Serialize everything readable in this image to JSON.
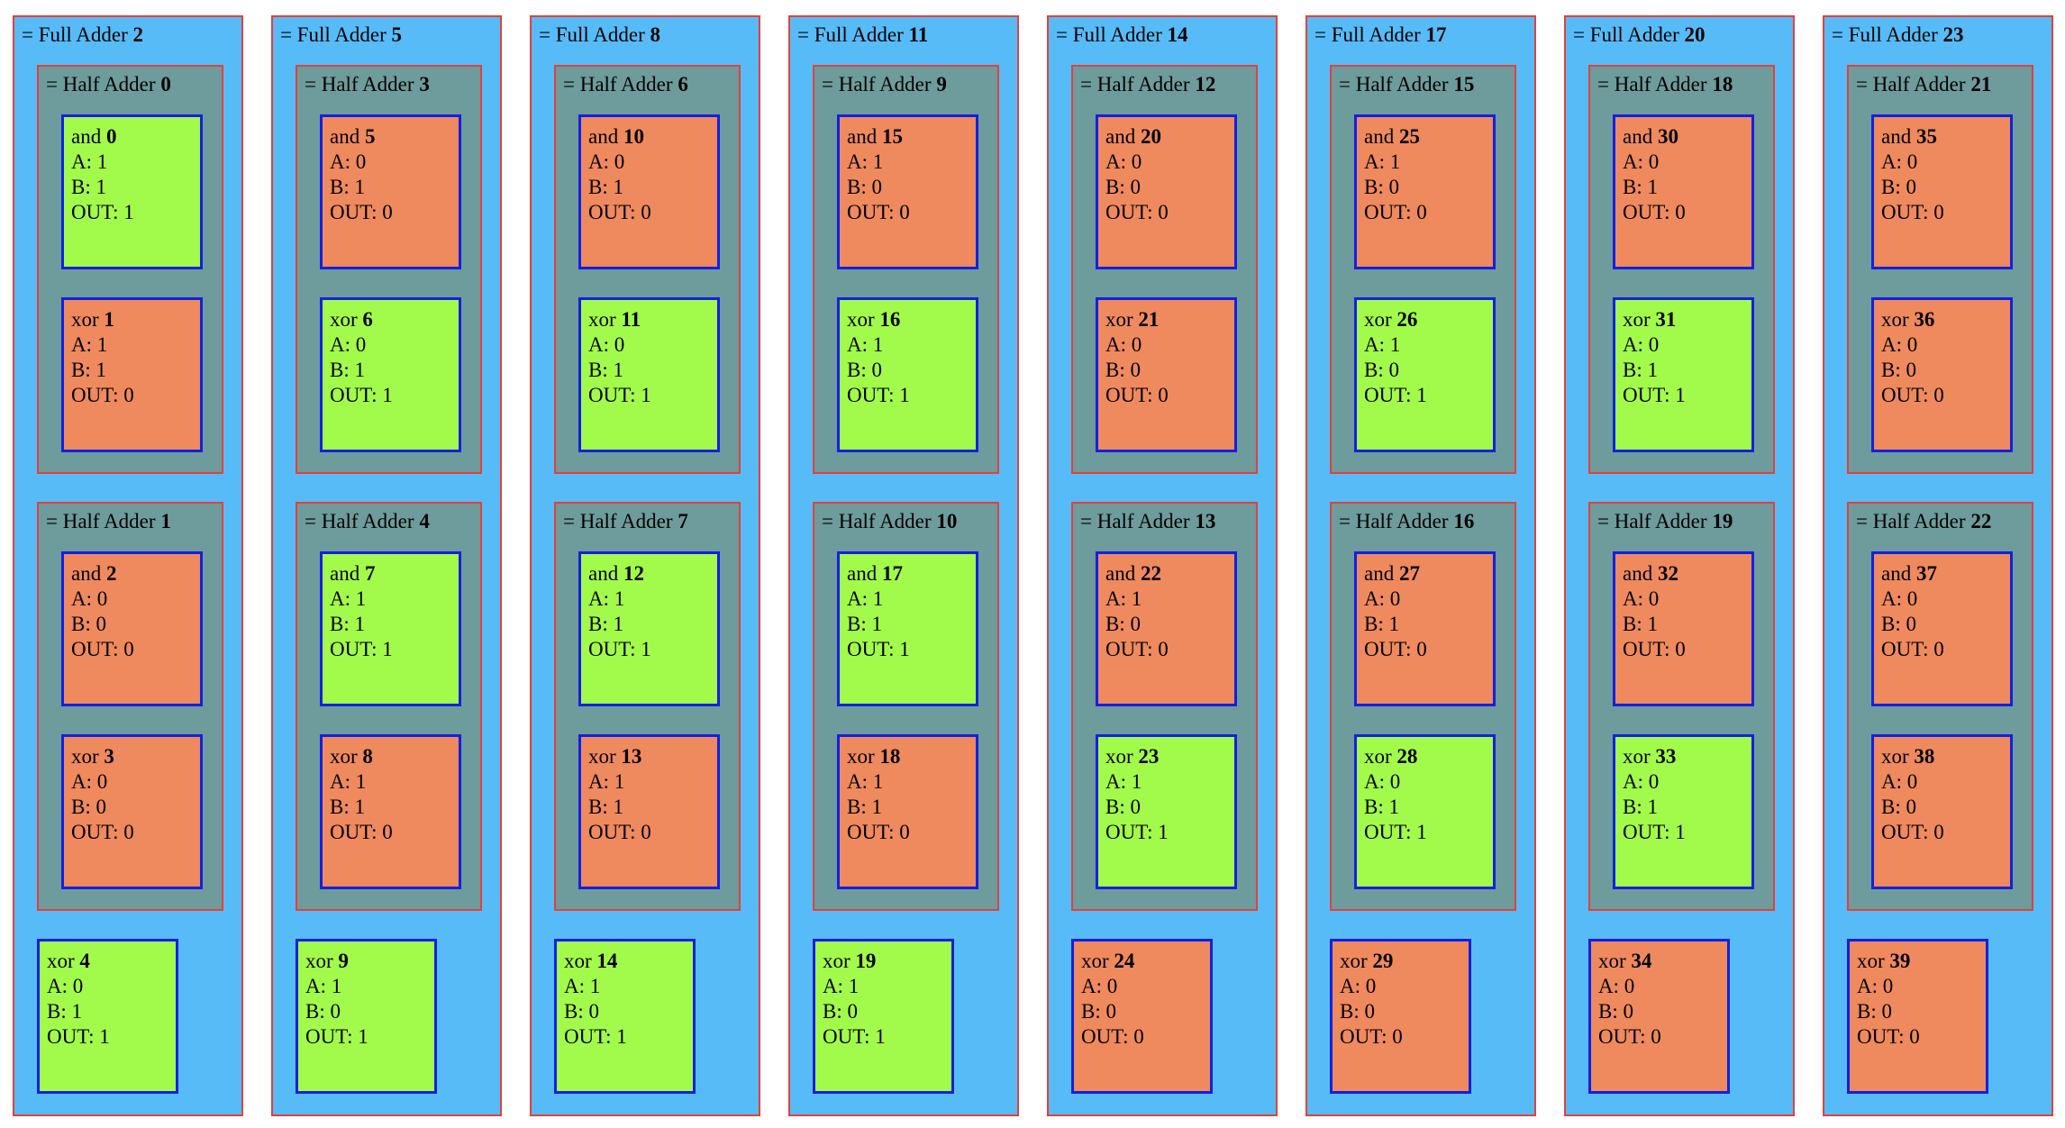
{
  "colors": {
    "full_adder_bg": "#57bbf8",
    "half_adder_bg": "#6e9b9b",
    "container_border": "#e2413b",
    "gate_border": "#1420e0",
    "gate_on": "#a2fb4b",
    "gate_off": "#ef895e"
  },
  "labels": {
    "full_adder": "= Full Adder",
    "half_adder": "= Half Adder",
    "a": "A:",
    "b": "B:",
    "out": "OUT:"
  },
  "full_adders": [
    {
      "id": "2",
      "half_adders": [
        {
          "id": "0",
          "gates": [
            {
              "type": "and",
              "id": "0",
              "a": "1",
              "b": "1",
              "out": "1"
            },
            {
              "type": "xor",
              "id": "1",
              "a": "1",
              "b": "1",
              "out": "0"
            }
          ]
        },
        {
          "id": "1",
          "gates": [
            {
              "type": "and",
              "id": "2",
              "a": "0",
              "b": "0",
              "out": "0"
            },
            {
              "type": "xor",
              "id": "3",
              "a": "0",
              "b": "0",
              "out": "0"
            }
          ]
        }
      ],
      "xor": {
        "type": "xor",
        "id": "4",
        "a": "0",
        "b": "1",
        "out": "1"
      }
    },
    {
      "id": "5",
      "half_adders": [
        {
          "id": "3",
          "gates": [
            {
              "type": "and",
              "id": "5",
              "a": "0",
              "b": "1",
              "out": "0"
            },
            {
              "type": "xor",
              "id": "6",
              "a": "0",
              "b": "1",
              "out": "1"
            }
          ]
        },
        {
          "id": "4",
          "gates": [
            {
              "type": "and",
              "id": "7",
              "a": "1",
              "b": "1",
              "out": "1"
            },
            {
              "type": "xor",
              "id": "8",
              "a": "1",
              "b": "1",
              "out": "0"
            }
          ]
        }
      ],
      "xor": {
        "type": "xor",
        "id": "9",
        "a": "1",
        "b": "0",
        "out": "1"
      }
    },
    {
      "id": "8",
      "half_adders": [
        {
          "id": "6",
          "gates": [
            {
              "type": "and",
              "id": "10",
              "a": "0",
              "b": "1",
              "out": "0"
            },
            {
              "type": "xor",
              "id": "11",
              "a": "0",
              "b": "1",
              "out": "1"
            }
          ]
        },
        {
          "id": "7",
          "gates": [
            {
              "type": "and",
              "id": "12",
              "a": "1",
              "b": "1",
              "out": "1"
            },
            {
              "type": "xor",
              "id": "13",
              "a": "1",
              "b": "1",
              "out": "0"
            }
          ]
        }
      ],
      "xor": {
        "type": "xor",
        "id": "14",
        "a": "1",
        "b": "0",
        "out": "1"
      }
    },
    {
      "id": "11",
      "half_adders": [
        {
          "id": "9",
          "gates": [
            {
              "type": "and",
              "id": "15",
              "a": "1",
              "b": "0",
              "out": "0"
            },
            {
              "type": "xor",
              "id": "16",
              "a": "1",
              "b": "0",
              "out": "1"
            }
          ]
        },
        {
          "id": "10",
          "gates": [
            {
              "type": "and",
              "id": "17",
              "a": "1",
              "b": "1",
              "out": "1"
            },
            {
              "type": "xor",
              "id": "18",
              "a": "1",
              "b": "1",
              "out": "0"
            }
          ]
        }
      ],
      "xor": {
        "type": "xor",
        "id": "19",
        "a": "1",
        "b": "0",
        "out": "1"
      }
    },
    {
      "id": "14",
      "half_adders": [
        {
          "id": "12",
          "gates": [
            {
              "type": "and",
              "id": "20",
              "a": "0",
              "b": "0",
              "out": "0"
            },
            {
              "type": "xor",
              "id": "21",
              "a": "0",
              "b": "0",
              "out": "0"
            }
          ]
        },
        {
          "id": "13",
          "gates": [
            {
              "type": "and",
              "id": "22",
              "a": "1",
              "b": "0",
              "out": "0"
            },
            {
              "type": "xor",
              "id": "23",
              "a": "1",
              "b": "0",
              "out": "1"
            }
          ]
        }
      ],
      "xor": {
        "type": "xor",
        "id": "24",
        "a": "0",
        "b": "0",
        "out": "0"
      }
    },
    {
      "id": "17",
      "half_adders": [
        {
          "id": "15",
          "gates": [
            {
              "type": "and",
              "id": "25",
              "a": "1",
              "b": "0",
              "out": "0"
            },
            {
              "type": "xor",
              "id": "26",
              "a": "1",
              "b": "0",
              "out": "1"
            }
          ]
        },
        {
          "id": "16",
          "gates": [
            {
              "type": "and",
              "id": "27",
              "a": "0",
              "b": "1",
              "out": "0"
            },
            {
              "type": "xor",
              "id": "28",
              "a": "0",
              "b": "1",
              "out": "1"
            }
          ]
        }
      ],
      "xor": {
        "type": "xor",
        "id": "29",
        "a": "0",
        "b": "0",
        "out": "0"
      }
    },
    {
      "id": "20",
      "half_adders": [
        {
          "id": "18",
          "gates": [
            {
              "type": "and",
              "id": "30",
              "a": "0",
              "b": "1",
              "out": "0"
            },
            {
              "type": "xor",
              "id": "31",
              "a": "0",
              "b": "1",
              "out": "1"
            }
          ]
        },
        {
          "id": "19",
          "gates": [
            {
              "type": "and",
              "id": "32",
              "a": "0",
              "b": "1",
              "out": "0"
            },
            {
              "type": "xor",
              "id": "33",
              "a": "0",
              "b": "1",
              "out": "1"
            }
          ]
        }
      ],
      "xor": {
        "type": "xor",
        "id": "34",
        "a": "0",
        "b": "0",
        "out": "0"
      }
    },
    {
      "id": "23",
      "half_adders": [
        {
          "id": "21",
          "gates": [
            {
              "type": "and",
              "id": "35",
              "a": "0",
              "b": "0",
              "out": "0"
            },
            {
              "type": "xor",
              "id": "36",
              "a": "0",
              "b": "0",
              "out": "0"
            }
          ]
        },
        {
          "id": "22",
          "gates": [
            {
              "type": "and",
              "id": "37",
              "a": "0",
              "b": "0",
              "out": "0"
            },
            {
              "type": "xor",
              "id": "38",
              "a": "0",
              "b": "0",
              "out": "0"
            }
          ]
        }
      ],
      "xor": {
        "type": "xor",
        "id": "39",
        "a": "0",
        "b": "0",
        "out": "0"
      }
    }
  ]
}
